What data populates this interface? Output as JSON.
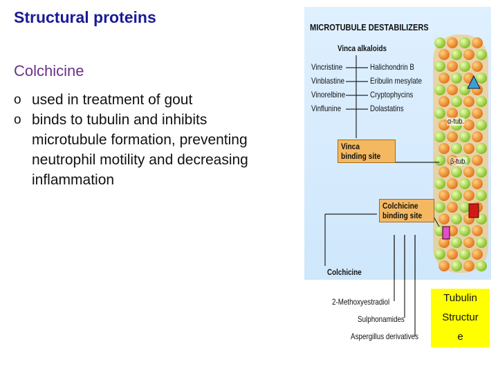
{
  "slide": {
    "title": "Structural proteins",
    "subtitle": "Colchicine",
    "bullet_marker": "o",
    "bullets": [
      "used in treatment of gout",
      "binds to tubulin and inhibits microtubule formation, preventing neutrophil motility and decreasing inflammation"
    ]
  },
  "figure": {
    "title": "MICROTUBULE DESTABILIZERS",
    "group_header": "Vinca alkaloids",
    "left_drugs": [
      "Vincristine",
      "Vinblastine",
      "Vinorelbine",
      "Vinflunine"
    ],
    "right_drugs": [
      "Halichondrin B",
      "Eribulin mesylate",
      "Cryptophycins",
      "Dolastatins"
    ],
    "vinca_site": [
      "Vinca",
      "binding site"
    ],
    "colchicine_site": [
      "Colchicine",
      "binding site"
    ],
    "alpha_label": "α-tub.",
    "beta_label": "β-tub.",
    "colchicine_label": "Colchicine",
    "lower_drugs": [
      "2-Methoxyestradiol",
      "Sulphonamides",
      "Aspergillus derivatives"
    ],
    "colors": {
      "alpha": "#e8822a",
      "beta": "#9acd32",
      "site": "#f4b860",
      "background": "#dff0ff"
    }
  },
  "caption": {
    "lines": [
      "Tubulin",
      "Structur",
      "e"
    ],
    "background": "#ffff00"
  }
}
